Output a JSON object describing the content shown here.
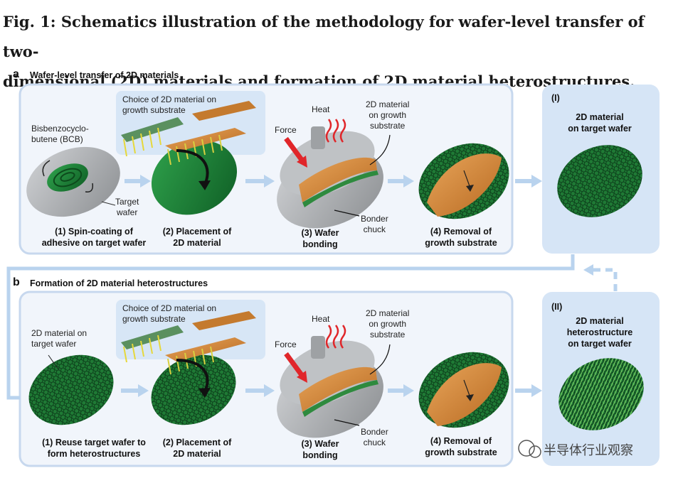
{
  "title_line1": "Fig. 1: Schematics illustration of the methodology for wafer-level transfer of two-",
  "title_line2": "dimensional (2D) materials and formation of 2D material heterostructures.",
  "panel_a": {
    "letter": "a",
    "heading": "Wafer-level transfer of 2D materials",
    "bcb_label_1": "Bisbenzocyclo-",
    "bcb_label_2": "butene (BCB)",
    "target_wafer_1": "Target",
    "target_wafer_2": "wafer",
    "choice_1": "Choice of 2D material on",
    "choice_2": "growth substrate",
    "heat": "Heat",
    "force": "Force",
    "material_growth_1": "2D material",
    "material_growth_2": "on growth",
    "material_growth_3": "substrate",
    "bonder_1": "Bonder",
    "bonder_2": "chuck",
    "step1_1": "(1) Spin-coating of",
    "step1_2": "adhesive on target wafer",
    "step2_1": "(2) Placement of",
    "step2_2": "2D material",
    "step3_1": "(3) Wafer",
    "step3_2": "bonding",
    "step4_1": "(4) Removal of",
    "step4_2": "growth substrate",
    "result_num": "(I)",
    "result_1": "2D material",
    "result_2": "on target wafer"
  },
  "panel_b": {
    "letter": "b",
    "heading": "Formation of 2D material heterostructures",
    "mat_target_1": "2D material on",
    "mat_target_2": "target wafer",
    "choice_1": "Choice of 2D material on",
    "choice_2": "growth substrate",
    "heat": "Heat",
    "force": "Force",
    "material_growth_1": "2D material",
    "material_growth_2": "on growth",
    "material_growth_3": "substrate",
    "bonder_1": "Bonder",
    "bonder_2": "chuck",
    "step1_1": "(1) Reuse target wafer to",
    "step1_2": "form heterostructures",
    "step2_1": "(2) Placement of",
    "step2_2": "2D material",
    "step3_1": "(3) Wafer",
    "step3_2": "bonding",
    "step4_1": "(4) Removal of",
    "step4_2": "growth substrate",
    "result_num": "(II)",
    "result_1": "2D material",
    "result_2": "heterostructure",
    "result_3": "on target wafer"
  },
  "watermark": "半导体行业观察",
  "colors": {
    "panel_fill": "#eef3fa",
    "panel_border": "#c9d9ee",
    "result_fill": "#d7e5f5",
    "arrow_blue": "#b9d3ee",
    "green": "#1e8a3a",
    "dark_green": "#135a26",
    "orange": "#d9893a",
    "red": "#e0262a",
    "grey": "#a9abae"
  }
}
